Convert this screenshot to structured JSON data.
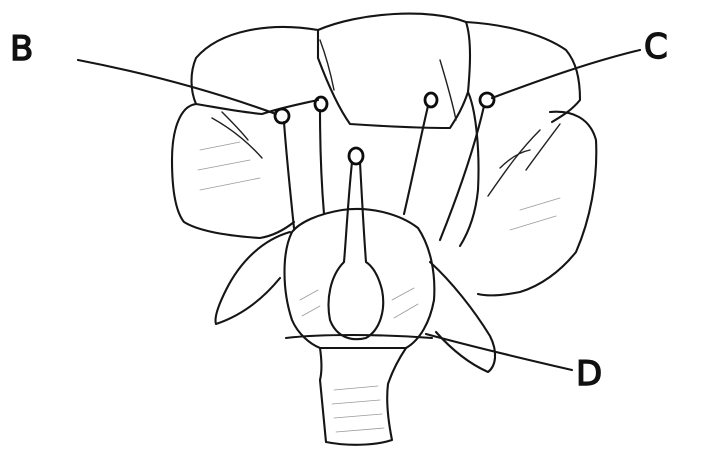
{
  "labels": {
    "b": "B",
    "c": "C",
    "d": "D"
  },
  "colors": {
    "ink": "#151515",
    "paper": "#ffffff"
  }
}
